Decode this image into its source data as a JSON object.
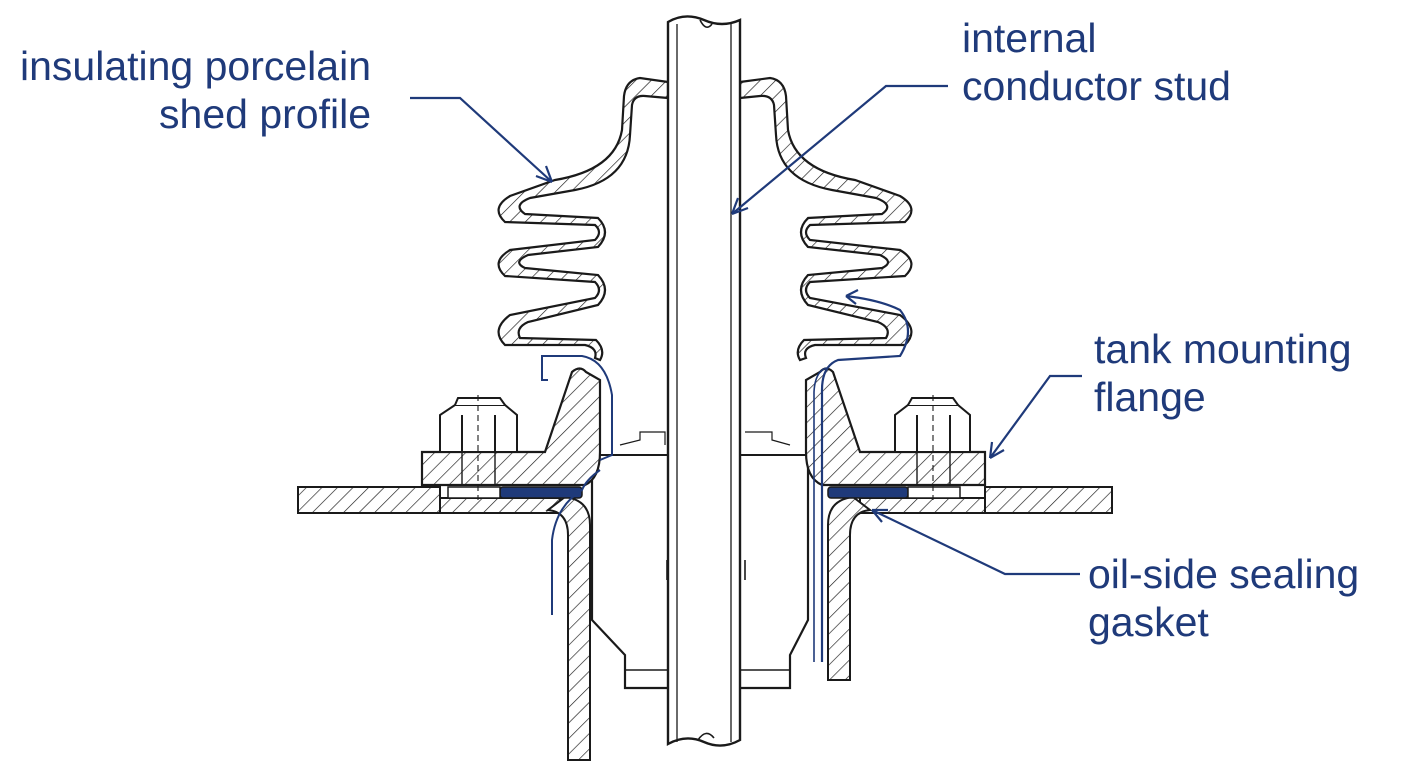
{
  "labels": {
    "porcelain": {
      "line1": "insulating porcelain",
      "line2": "shed profile"
    },
    "stud": {
      "line1": "internal",
      "line2": "conductor stud"
    },
    "flange": {
      "line1": "tank mounting",
      "line2": "flange"
    },
    "gasket": {
      "line1": "oil-side sealing",
      "line2": "gasket"
    }
  },
  "colors": {
    "ink": "#1a1a1a",
    "annotation": "#1f3a7a",
    "gasket_fill": "#1f3a7a",
    "background": "#ffffff"
  }
}
